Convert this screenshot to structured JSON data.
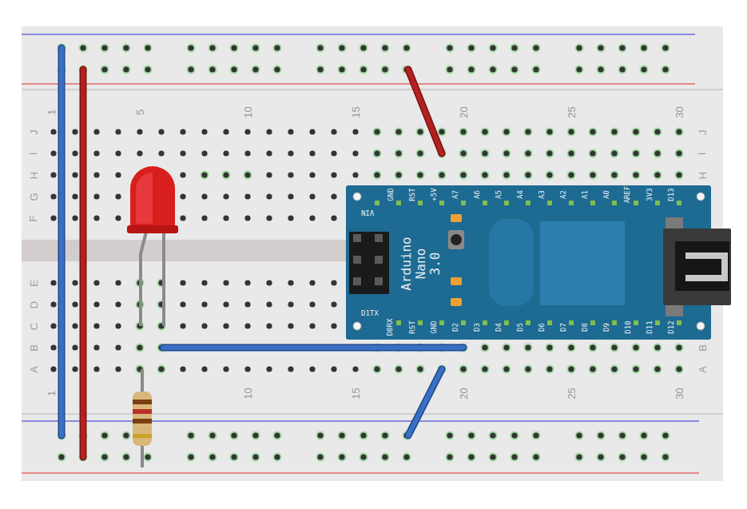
{
  "diagram": {
    "nodes": [
      {
        "text": [
          "Arduino Nano 3.0"
        ]
      }
    ],
    "labels": [
      "1",
      "5",
      "10",
      "15",
      "20",
      "25",
      "30",
      "J",
      "I",
      "H",
      "G",
      "F",
      "J",
      "I",
      "H",
      "VIN",
      "GND",
      "RST",
      "+5V",
      "A7",
      "A6",
      "A5",
      "A4",
      "A3",
      "A2",
      "A1",
      "A0",
      "AREF",
      "3V3",
      "D13",
      "D1TX",
      "D0RX",
      "RST",
      "GND",
      "D2",
      "D3",
      "D4",
      "D5",
      "D6",
      "D7",
      "D8",
      "D9",
      "D10",
      "D11",
      "D12",
      "E",
      "D",
      "C",
      "B",
      "A",
      "B",
      "A",
      "1",
      "10",
      "15",
      "20",
      "25",
      "30"
    ]
  }
}
